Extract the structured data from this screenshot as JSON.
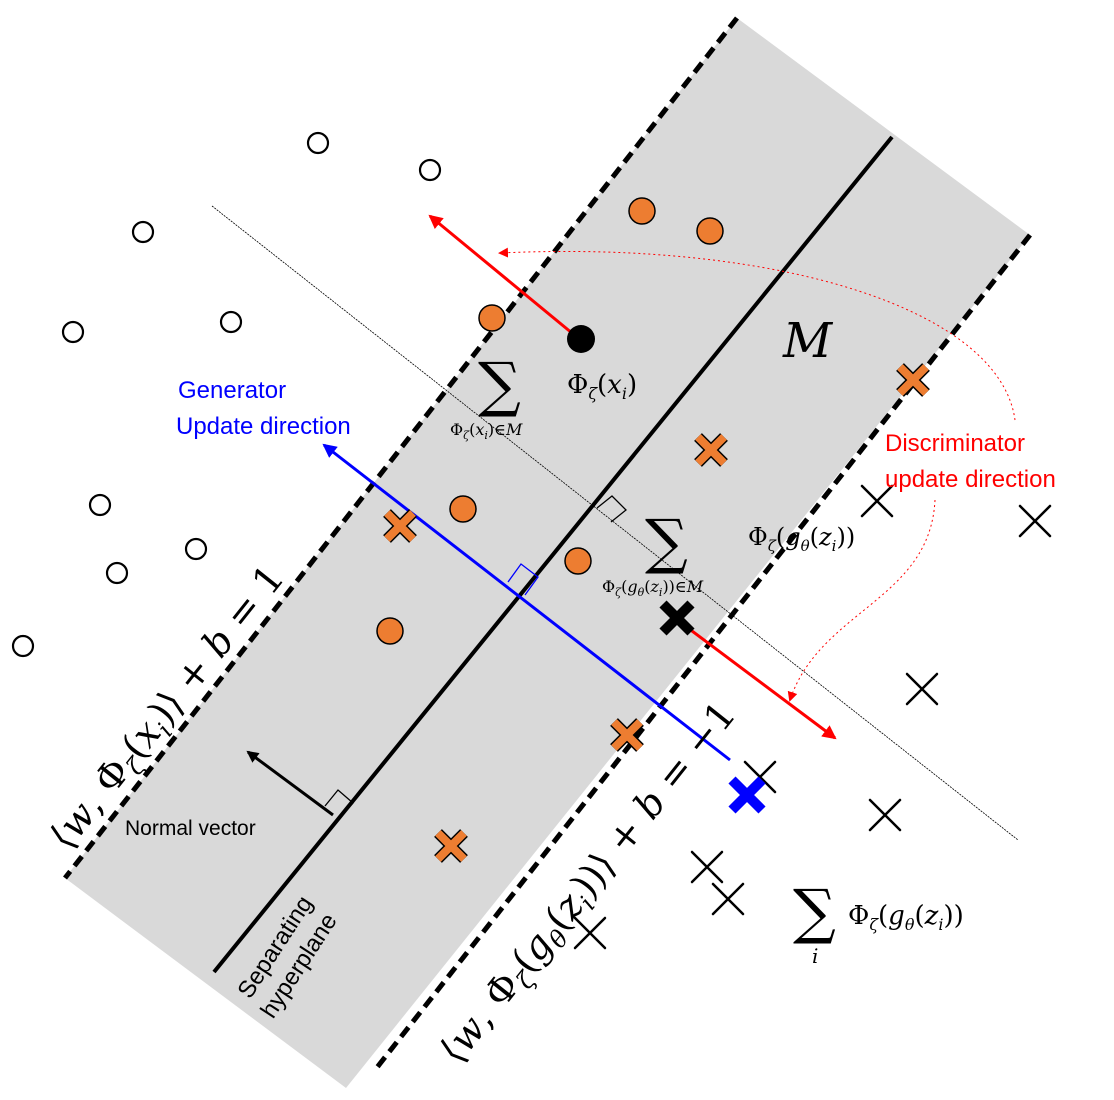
{
  "labels": {
    "generator_line1": "Generator",
    "generator_line2": "Update  direction",
    "discriminator_line1": "Discriminator",
    "discriminator_line2": "update direction",
    "normal_vector": "Normal vector",
    "separating_line1": "Separating",
    "separating_line2": "hyperplane",
    "margin_set": "M"
  },
  "math": {
    "phi_x": "Φζ(xi)",
    "sum_real": "Σ over Φζ(xi)∈M",
    "phi_g": "Φζ(gθ(zi))",
    "sum_fake": "Σ over Φζ(gθ(zi))∈M",
    "sum_all": "Σi Φζ(gθ(zi))",
    "upper_margin_eq": "⟨w, Φζ(xi)⟩ + b = 1",
    "lower_margin_eq": "⟨w, Φζ(gθ(zi))⟩ + b = −1"
  },
  "colors": {
    "band": "#d9d9d9",
    "orange": "#ed7d31",
    "generator": "#0000ff",
    "discriminator": "#ff0000",
    "black": "#000000"
  },
  "icons": {
    "real_sample": "hollow-circle",
    "real_support": "orange-filled-circle",
    "real_selected": "black-filled-circle",
    "fake_sample": "thin-cross",
    "fake_support": "orange-thick-cross",
    "fake_selected": "black-thick-cross",
    "fake_mean": "blue-thick-cross"
  }
}
